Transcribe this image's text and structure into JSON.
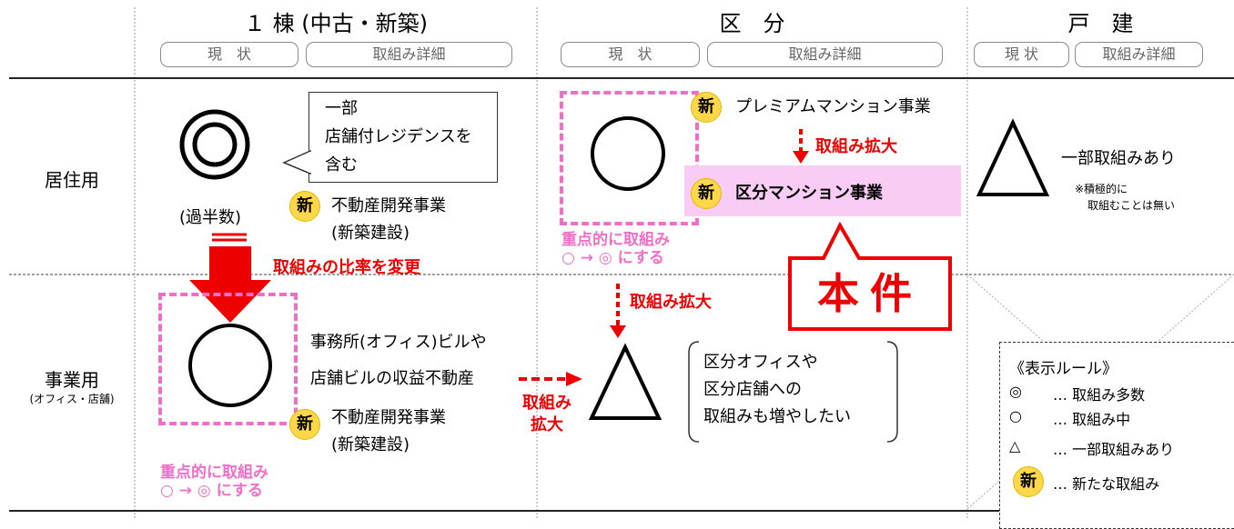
{
  "headers": {
    "col1": "１ 棟 (中古・新築)",
    "col2": "区　分",
    "col3": "戸　建"
  },
  "pills": {
    "status": "現　状",
    "status_short": "現 状",
    "detail": "取組み詳細"
  },
  "rows": {
    "residential": {
      "label": "居住用"
    },
    "business": {
      "label": "事業用",
      "sub": "(オフィス・店舗)"
    }
  },
  "badge": "新",
  "residential": {
    "ittou": {
      "majority": "(過半数)",
      "callout": [
        "一部",
        "店舗付レジデンスを",
        "含む"
      ],
      "new_business": [
        "不動産開発事業",
        "(新築建設)"
      ],
      "ratio_change": "取組みの比率を変更"
    },
    "kubun": {
      "premium": "プレミアムマンション事業",
      "expand": "取組み拡大",
      "kubun_mansion": "区分マンション事業",
      "focus": [
        "重点的に取組み",
        "○ → ◎ にする"
      ]
    },
    "kodate": {
      "partial": "一部取組みあり",
      "note": [
        "※積極的に",
        "取組むことは無い"
      ]
    }
  },
  "business": {
    "ittou": {
      "desc": [
        "事務所(オフィス)ビルや",
        "店舗ビルの収益不動産"
      ],
      "new_business": [
        "不動産開発事業",
        "(新築建設)"
      ],
      "focus": [
        "重点的に取組み",
        "○ → ◎ にする"
      ],
      "expand": [
        "取組み",
        "拡大"
      ]
    },
    "kubun": {
      "expand": "取組み拡大",
      "paren": [
        "区分オフィスや",
        "区分店舗への",
        "取組みも増やしたい"
      ]
    }
  },
  "honken": "本件",
  "legend": {
    "title": "《表示ルール》",
    "items": [
      {
        "symbol": "◎",
        "text": "… 取組み多数"
      },
      {
        "symbol": "○",
        "text": "… 取組み中"
      },
      {
        "symbol": "△",
        "text": "… 一部取組みあり"
      },
      {
        "symbol": "新",
        "text": "… 新たな取組み"
      }
    ]
  },
  "colors": {
    "red": "#ee0000",
    "pink": "#f06ec8",
    "badge": "#ffd84a",
    "band": "#f9ccf6"
  }
}
